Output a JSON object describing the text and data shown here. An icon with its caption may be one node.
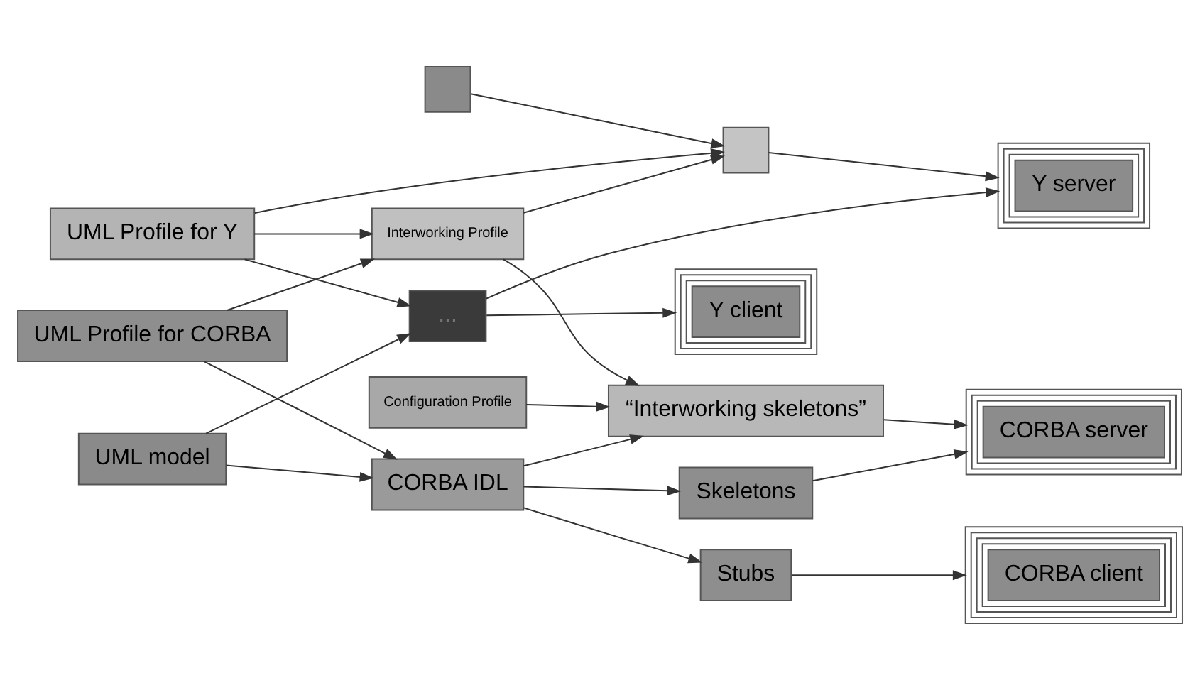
{
  "diagram": {
    "nodes": [
      {
        "text": [],
        "shape": "box"
      },
      {
        "text": [],
        "shape": "box"
      },
      {
        "text": [
          "..."
        ]
      },
      {
        "text": [
          "UML Profile for Y"
        ]
      },
      {
        "text": [
          "Y server"
        ]
      },
      {
        "text": [
          "Y client"
        ]
      },
      {
        "text": [
          "Interworking Profile"
        ]
      },
      {
        "text": [
          "UML model"
        ]
      },
      {
        "text": [
          "“Interworking skeletons”"
        ]
      },
      {
        "text": [
          "CORBA IDL"
        ]
      },
      {
        "text": [
          "UML Profile for CORBA"
        ]
      },
      {
        "text": [
          "Skeletons"
        ]
      },
      {
        "text": [
          "CORBA server"
        ]
      },
      {
        "text": [
          "Configuration Profile"
        ]
      },
      {
        "text": [
          "Stubs"
        ]
      },
      {
        "text": [
          "CORBA client"
        ]
      }
    ],
    "edges": [
      {
        "from": 0,
        "to": 1,
        "arrow": "to"
      },
      {
        "from": 3,
        "to": 1,
        "arrow": "to"
      },
      {
        "from": 6,
        "to": 1,
        "arrow": "to"
      },
      {
        "from": 3,
        "to": 2,
        "arrow": "to"
      },
      {
        "from": 7,
        "to": 2,
        "arrow": "to"
      },
      {
        "from": 1,
        "to": 4,
        "arrow": "to"
      },
      {
        "from": 2,
        "to": 4,
        "arrow": "to"
      },
      {
        "from": 2,
        "to": 5,
        "arrow": "to"
      },
      {
        "from": 3,
        "to": 6,
        "arrow": "to"
      },
      {
        "from": 10,
        "to": 6,
        "arrow": "to"
      },
      {
        "from": 7,
        "to": 9,
        "arrow": "to"
      },
      {
        "from": 10,
        "to": 9,
        "arrow": "to"
      },
      {
        "from": 6,
        "to": 8,
        "arrow": "to"
      },
      {
        "from": 9,
        "to": 8,
        "arrow": "to"
      },
      {
        "from": 13,
        "to": 8,
        "arrow": "to"
      },
      {
        "from": 8,
        "to": 12,
        "arrow": "to"
      },
      {
        "from": 9,
        "to": 11,
        "arrow": "to"
      },
      {
        "from": 9,
        "to": 14,
        "arrow": "to"
      },
      {
        "from": 11,
        "to": 12,
        "arrow": "to"
      },
      {
        "from": 14,
        "to": 15,
        "arrow": "to"
      }
    ]
  }
}
